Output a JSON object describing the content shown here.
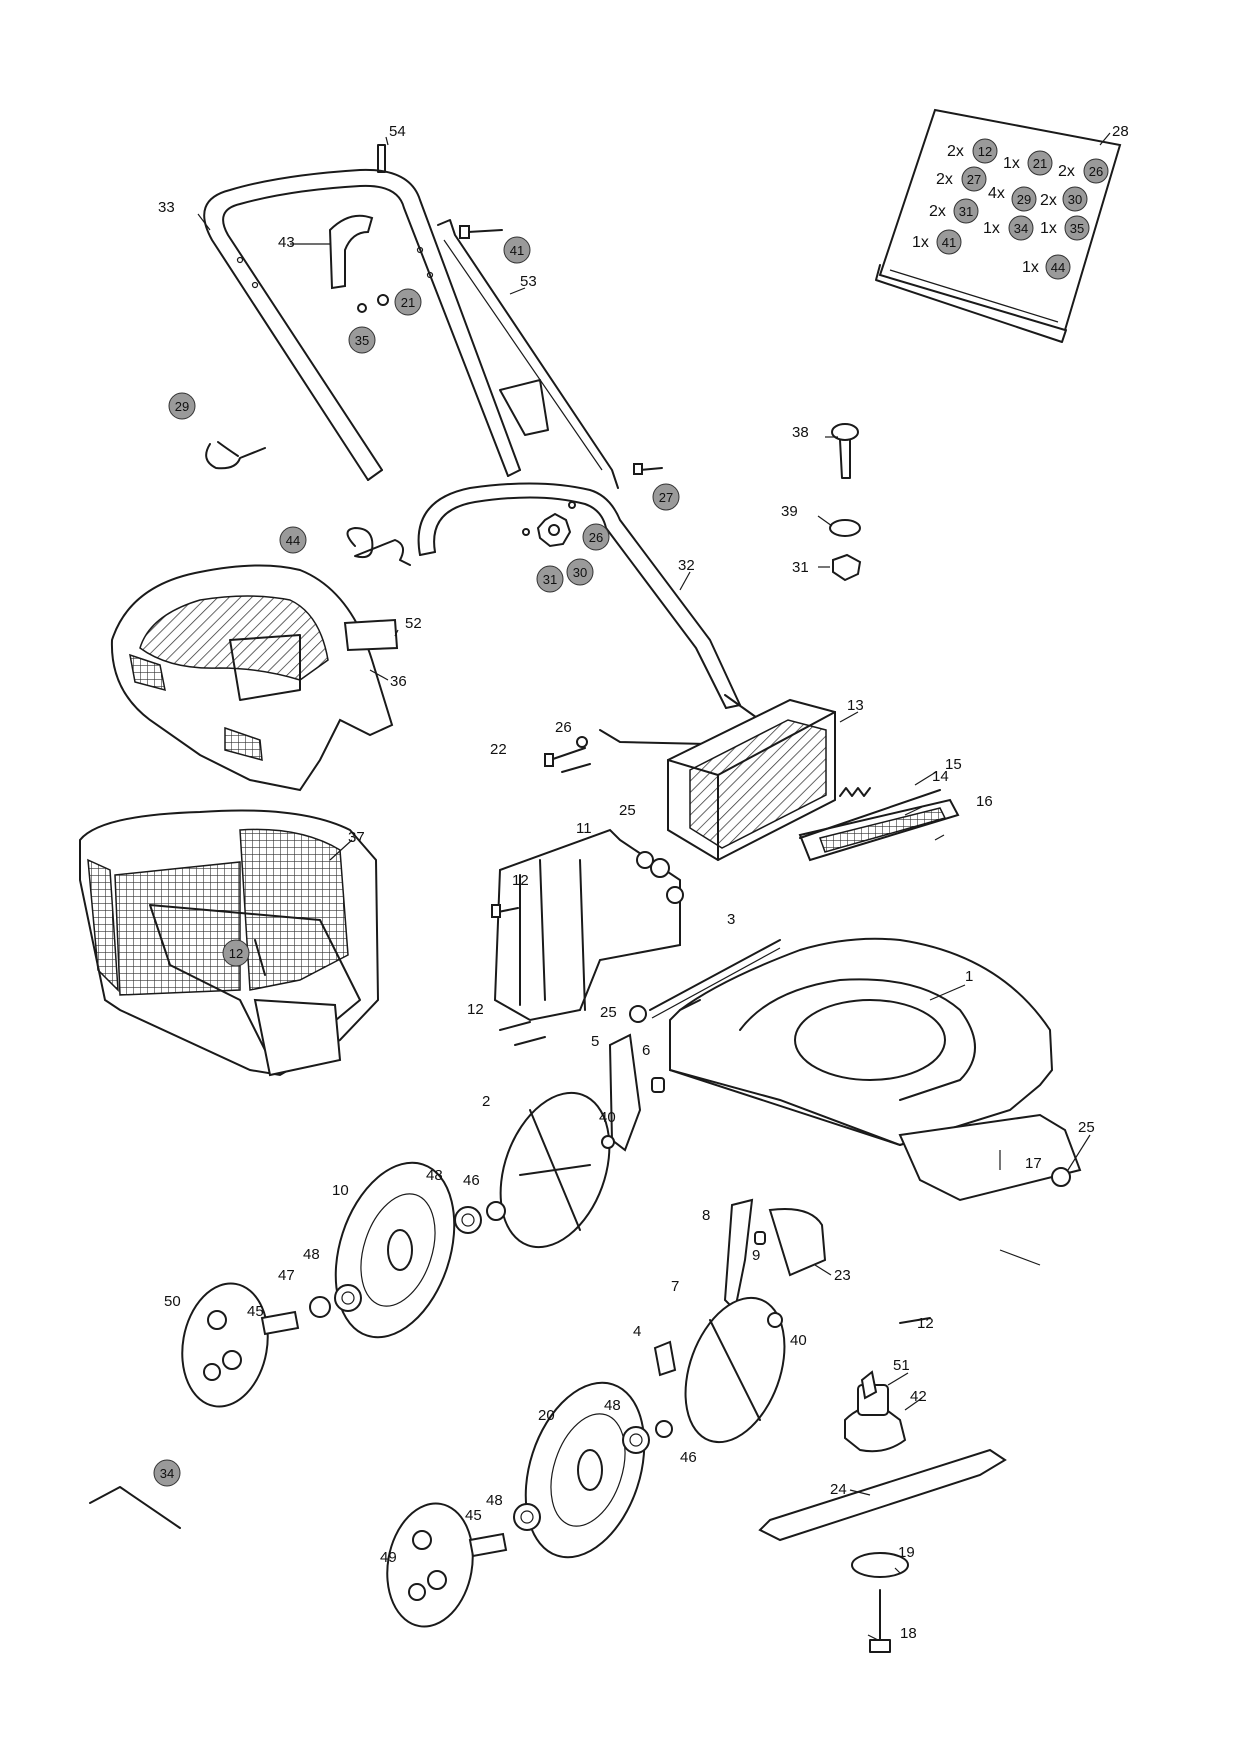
{
  "labels": [
    {
      "id": "p1",
      "text": "1"
    },
    {
      "id": "p2",
      "text": "2"
    },
    {
      "id": "p3",
      "text": "3"
    },
    {
      "id": "p4",
      "text": "4"
    },
    {
      "id": "p5",
      "text": "5"
    },
    {
      "id": "p6",
      "text": "6"
    },
    {
      "id": "p7",
      "text": "7"
    },
    {
      "id": "p8",
      "text": "8"
    },
    {
      "id": "p9",
      "text": "9"
    },
    {
      "id": "p10",
      "text": "10"
    },
    {
      "id": "p11",
      "text": "11"
    },
    {
      "id": "p12a",
      "text": "12"
    },
    {
      "id": "p12b",
      "text": "12"
    },
    {
      "id": "p12c",
      "text": "12"
    },
    {
      "id": "p13",
      "text": "13"
    },
    {
      "id": "p14",
      "text": "14"
    },
    {
      "id": "p15",
      "text": "15"
    },
    {
      "id": "p16",
      "text": "16"
    },
    {
      "id": "p17",
      "text": "17"
    },
    {
      "id": "p18",
      "text": "18"
    },
    {
      "id": "p19",
      "text": "19"
    },
    {
      "id": "p20",
      "text": "20"
    },
    {
      "id": "p22",
      "text": "22"
    },
    {
      "id": "p23",
      "text": "23"
    },
    {
      "id": "p24",
      "text": "24"
    },
    {
      "id": "p25a",
      "text": "25"
    },
    {
      "id": "p25b",
      "text": "25"
    },
    {
      "id": "p25c",
      "text": "25"
    },
    {
      "id": "p26",
      "text": "26"
    },
    {
      "id": "p28",
      "text": "28"
    },
    {
      "id": "p31",
      "text": "31"
    },
    {
      "id": "p32",
      "text": "32"
    },
    {
      "id": "p33",
      "text": "33"
    },
    {
      "id": "p36",
      "text": "36"
    },
    {
      "id": "p37",
      "text": "37"
    },
    {
      "id": "p38",
      "text": "38"
    },
    {
      "id": "p39",
      "text": "39"
    },
    {
      "id": "p40a",
      "text": "40"
    },
    {
      "id": "p40b",
      "text": "40"
    },
    {
      "id": "p42",
      "text": "42"
    },
    {
      "id": "p43",
      "text": "43"
    },
    {
      "id": "p45a",
      "text": "45"
    },
    {
      "id": "p45b",
      "text": "45"
    },
    {
      "id": "p46a",
      "text": "46"
    },
    {
      "id": "p46b",
      "text": "46"
    },
    {
      "id": "p47",
      "text": "47"
    },
    {
      "id": "p48a",
      "text": "48"
    },
    {
      "id": "p48b",
      "text": "48"
    },
    {
      "id": "p48c",
      "text": "48"
    },
    {
      "id": "p48d",
      "text": "48"
    },
    {
      "id": "p49",
      "text": "49"
    },
    {
      "id": "p50",
      "text": "50"
    },
    {
      "id": "p51",
      "text": "51"
    },
    {
      "id": "p52",
      "text": "52"
    },
    {
      "id": "p53",
      "text": "53"
    },
    {
      "id": "p54",
      "text": "54"
    }
  ],
  "circled": [
    {
      "id": "c41",
      "text": "41"
    },
    {
      "id": "c21",
      "text": "21"
    },
    {
      "id": "c35",
      "text": "35"
    },
    {
      "id": "c29",
      "text": "29"
    },
    {
      "id": "c27",
      "text": "27"
    },
    {
      "id": "c26",
      "text": "26"
    },
    {
      "id": "c30",
      "text": "30"
    },
    {
      "id": "c31",
      "text": "31"
    },
    {
      "id": "c44",
      "text": "44"
    },
    {
      "id": "c12",
      "text": "12"
    },
    {
      "id": "c34",
      "text": "34"
    }
  ],
  "bag_items": [
    {
      "qty": "2x",
      "num": "12"
    },
    {
      "qty": "1x",
      "num": "21"
    },
    {
      "qty": "2x",
      "num": "26"
    },
    {
      "qty": "2x",
      "num": "27"
    },
    {
      "qty": "4x",
      "num": "29"
    },
    {
      "qty": "2x",
      "num": "30"
    },
    {
      "qty": "2x",
      "num": "31"
    },
    {
      "qty": "1x",
      "num": "34"
    },
    {
      "qty": "1x",
      "num": "35"
    },
    {
      "qty": "1x",
      "num": "41"
    },
    {
      "qty": "1x",
      "num": "44"
    }
  ]
}
